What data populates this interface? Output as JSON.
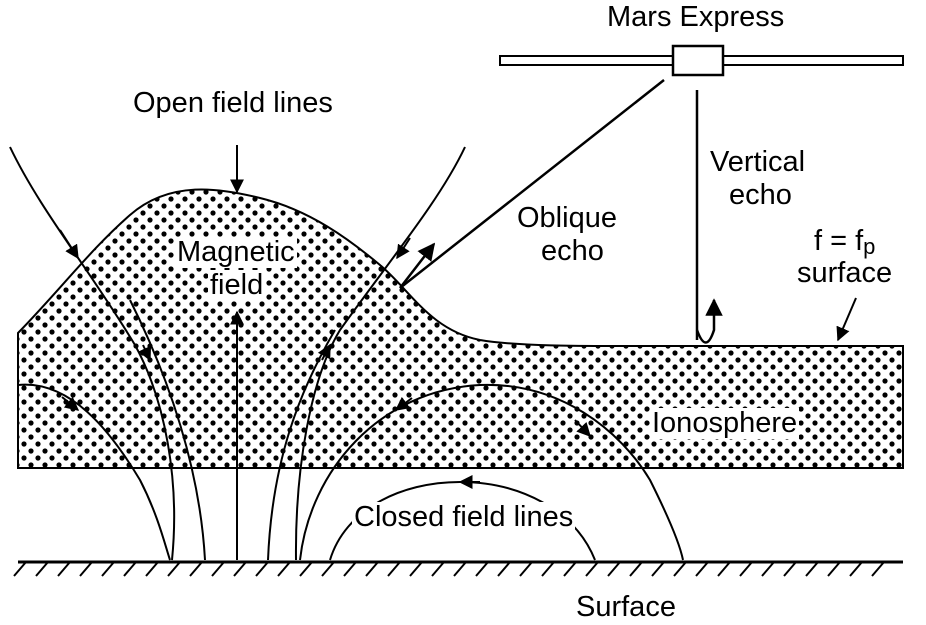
{
  "labels": {
    "mars_express": "Mars Express",
    "open_field_lines": "Open field lines",
    "vertical_echo_1": "Vertical",
    "vertical_echo_2": "echo",
    "oblique_echo_1": "Oblique",
    "oblique_echo_2": "echo",
    "magnetic_field_1": "Magnetic",
    "magnetic_field_2": "field",
    "fp_surface_eq": "f = f",
    "fp_surface_sub": "p",
    "fp_surface_word": "surface",
    "ionosphere": "Ionosphere",
    "closed_field_lines": "Closed field lines",
    "surface": "Surface"
  },
  "colors": {
    "ink": "#000000",
    "background": "#ffffff"
  }
}
